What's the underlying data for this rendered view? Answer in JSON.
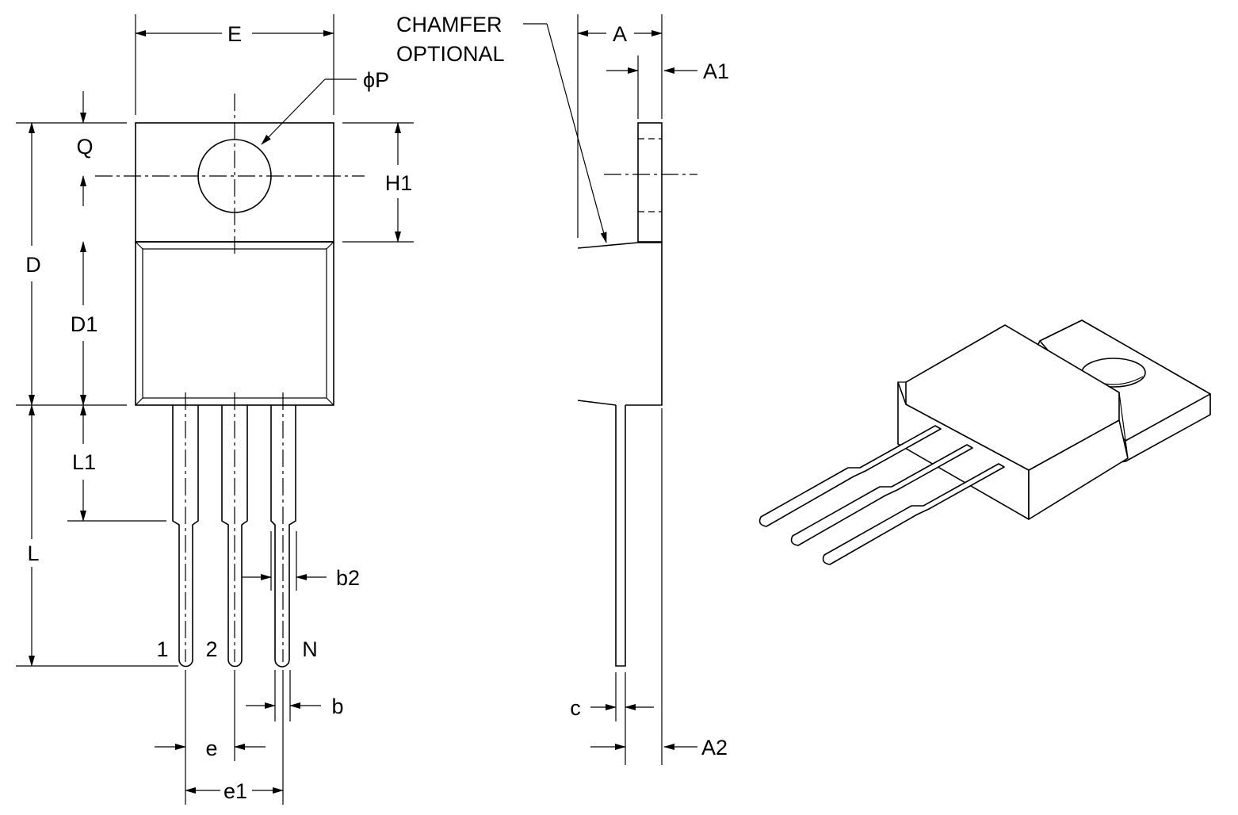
{
  "title": "TO-220 package outline",
  "front_view": {
    "labels": {
      "E": "E",
      "phiP": "ϕP",
      "Q": "Q",
      "H1": "H1",
      "D": "D",
      "D1": "D1",
      "L1": "L1",
      "L": "L",
      "b2": "b2",
      "b": "b",
      "e": "e",
      "e1": "e1"
    },
    "pins": [
      "1",
      "2",
      "N"
    ]
  },
  "side_view": {
    "chamfer_line1": "CHAMFER",
    "chamfer_line2": "OPTIONAL",
    "labels": {
      "A": "A",
      "A1": "A1",
      "c": "c",
      "A2": "A2"
    }
  }
}
